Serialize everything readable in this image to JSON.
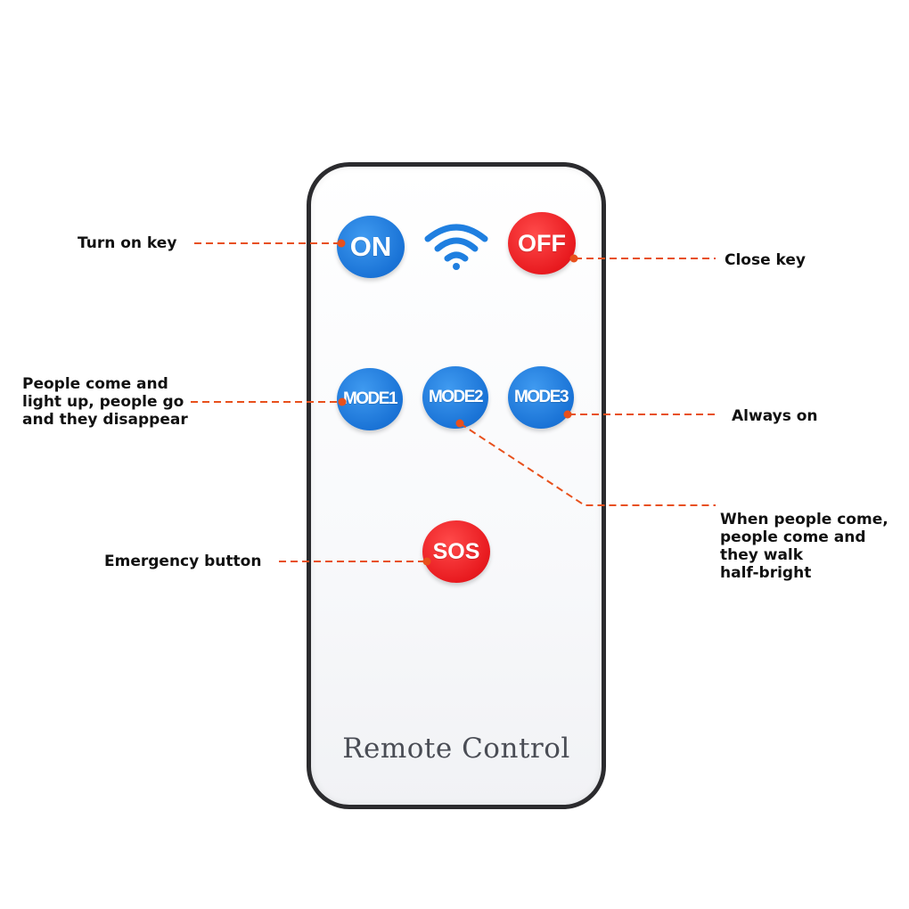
{
  "remote": {
    "on_label": "ON",
    "off_label": "OFF",
    "mode1_label": "MODE1",
    "mode2_label": "MODE2",
    "mode3_label": "MODE3",
    "sos_label": "SOS",
    "device_label": "Remote Control"
  },
  "annotations": {
    "on": "Turn on key",
    "off": "Close key",
    "mode1": [
      "People come and",
      "light up, people go",
      "and they disappear"
    ],
    "mode3": "Always on",
    "mode2": [
      "When people come,",
      "people come and",
      "they walk",
      "half-bright"
    ],
    "sos": "Emergency button"
  },
  "icons": {
    "signal": "wifi-signal-icon"
  },
  "colors": {
    "blue_button": "#1a73d6",
    "red_button": "#e81a1f",
    "leader_line": "#e8501c",
    "remote_border": "#2b2b2e"
  }
}
